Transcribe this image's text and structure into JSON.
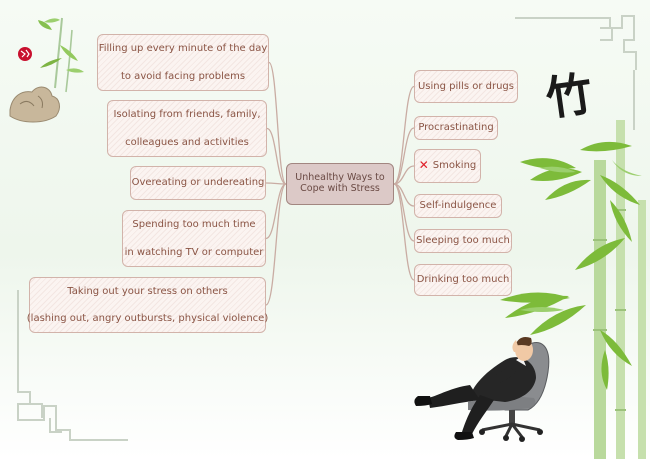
{
  "center": {
    "lines": [
      "Unhealthy Ways to",
      "Cope with Stress"
    ]
  },
  "left_nodes": [
    {
      "lines": [
        "Filling up every minute of the day",
        "to avoid facing problems"
      ]
    },
    {
      "lines": [
        "Isolating from friends, family,",
        "colleagues and activities"
      ]
    },
    {
      "lines": [
        "Overeating or undereating"
      ]
    },
    {
      "lines": [
        "Spending too much time",
        "in watching TV or computer"
      ]
    },
    {
      "lines": [
        "Taking out your stress on others",
        "(lashing out, angry outbursts, physical violence)"
      ]
    }
  ],
  "right_nodes": [
    {
      "label": "Using pills or drugs"
    },
    {
      "label": "Procrastinating"
    },
    {
      "label": "Smoking",
      "marker": "✕"
    },
    {
      "label": "Self-indulgence"
    },
    {
      "label": "Sleeping too much"
    },
    {
      "label": "Drinking too much"
    }
  ],
  "decor": {
    "calligraphy": "竹",
    "icons": [
      "bamboo-icon",
      "rock-icon",
      "seal-icon",
      "chinese-border-icon",
      "businessman-icon",
      "no-icon"
    ],
    "colors": {
      "node_text": "#8a5444",
      "node_border": "#d2b3aa",
      "center_fill": "#dcc9c7",
      "link": "#c9aca3",
      "bamboo": "#7dbb3a",
      "seal": "#c8102e"
    }
  }
}
